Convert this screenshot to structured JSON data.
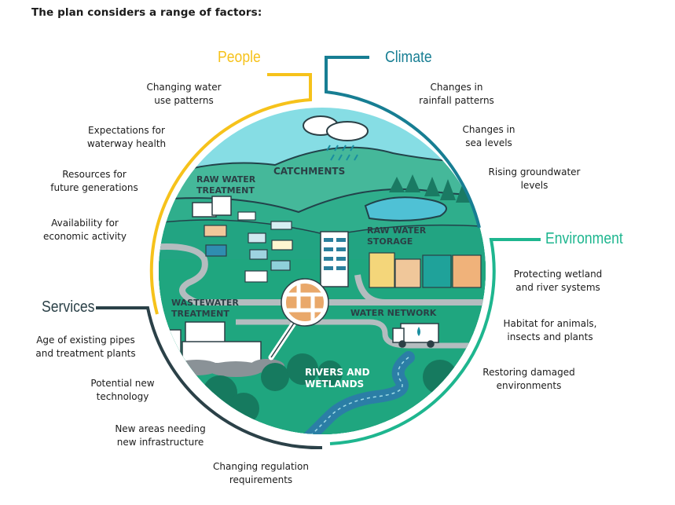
{
  "intro": "The plan considers a range of factors:",
  "colors": {
    "people": "#f6c21b",
    "climate": "#177e93",
    "environment": "#1eb68f",
    "services": "#2b4148",
    "sky": "#7fdbe3",
    "land": "#23a584"
  },
  "categories": {
    "people": {
      "label": "People",
      "factors": [
        "Changing water\nuse patterns",
        "Expectations for\nwaterway health",
        "Resources for\nfuture generations",
        "Availability for\neconomic activity"
      ]
    },
    "climate": {
      "label": "Climate",
      "factors": [
        "Changes in\nrainfall patterns",
        "Changes in\nsea levels",
        "Rising groundwater\nlevels"
      ]
    },
    "environment": {
      "label": "Environment",
      "factors": [
        "Protecting wetland\nand river systems",
        "Habitat for animals,\ninsects and plants",
        "Restoring damaged\nenvironments"
      ]
    },
    "services": {
      "label": "Services",
      "factors": [
        "Age of existing pipes\nand treatment plants",
        "Potential new\ntechnology",
        "New areas needing\nnew infrastructure",
        "Changing regulation\nrequirements"
      ]
    }
  },
  "scene_labels": {
    "catchments": "CATCHMENTS",
    "raw_water_treatment": [
      "RAW WATER",
      "TREATMENT"
    ],
    "raw_water_storage": [
      "RAW WATER",
      "STORAGE"
    ],
    "wastewater_treatment": [
      "WASTEWATER",
      "TREATMENT"
    ],
    "water_network": "WATER NETWORK",
    "rivers_wetlands": [
      "RIVERS AND",
      "WETLANDS"
    ]
  }
}
